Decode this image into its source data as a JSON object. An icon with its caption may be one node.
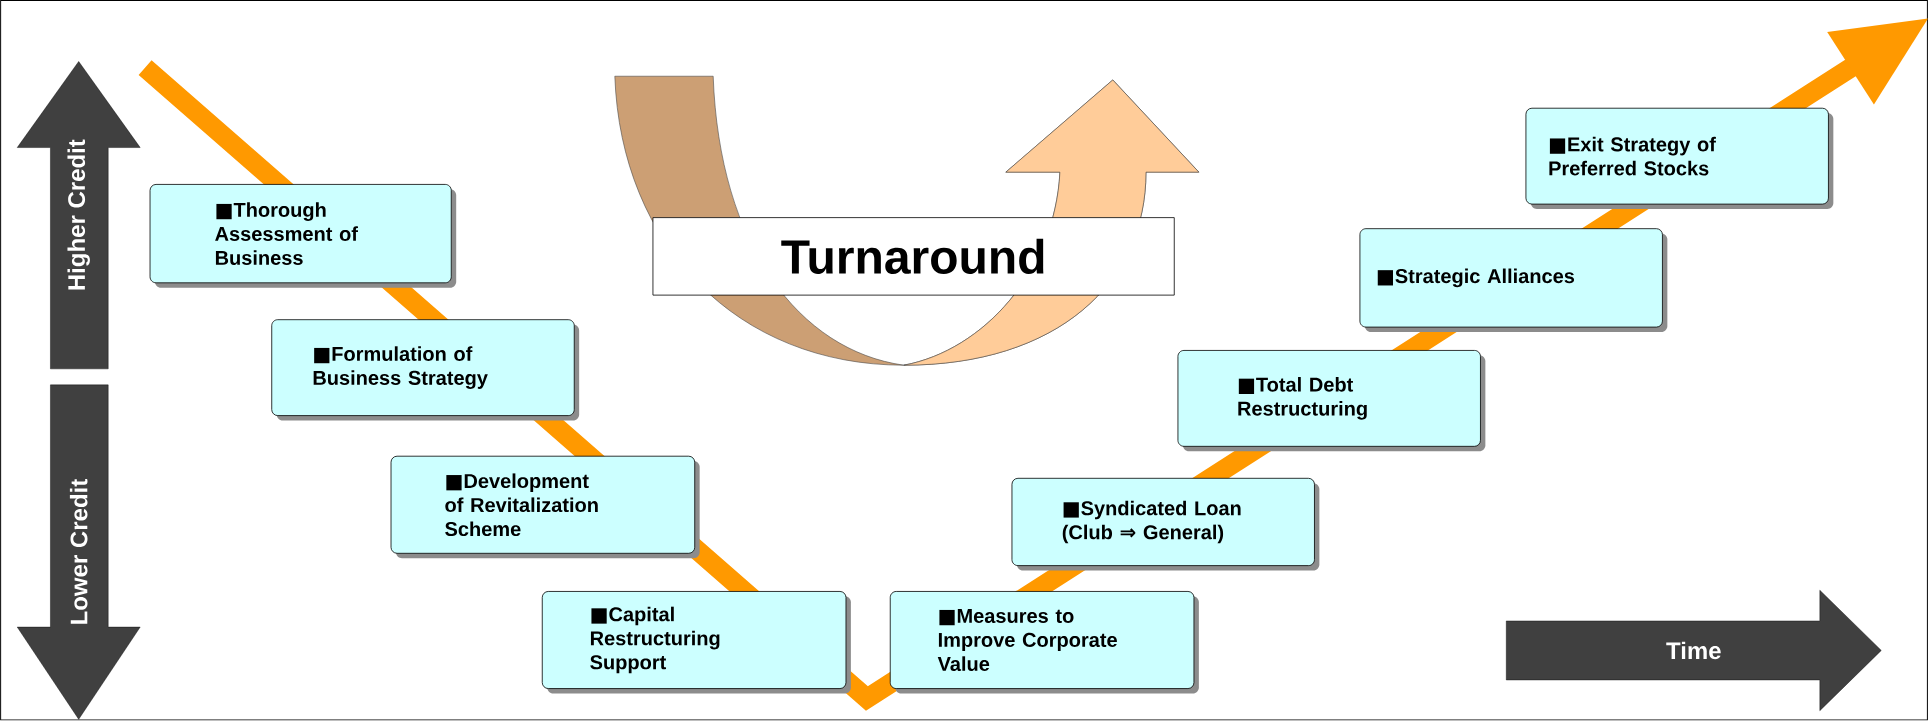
{
  "diagram": {
    "nodes": [
      {
        "text": [
          "■Thorough Assessment of Business"
        ]
      },
      {
        "text": [
          "■Formulation of Business Strategy"
        ]
      },
      {
        "text": [
          "■Development of Revitalization Scheme"
        ]
      },
      {
        "text": [
          "■Capital Restructuring Support"
        ]
      },
      {
        "text": [
          "■Measures to Improve Corporate Value"
        ]
      },
      {
        "text": [
          "■Syndicated Loan (Club ⇒ General)"
        ]
      },
      {
        "text": [
          "■Total Debt Restructuring"
        ]
      },
      {
        "text": [
          "■Strategic Alliances"
        ]
      },
      {
        "text": [
          "■Exit Strategy of Preferred Stocks"
        ]
      },
      {
        "text": [
          "Turnaround"
        ]
      },
      {
        "text": [
          "Higher Credit"
        ]
      },
      {
        "text": [
          "Lower Credit"
        ]
      },
      {
        "text": [
          "Time"
        ]
      }
    ]
  }
}
